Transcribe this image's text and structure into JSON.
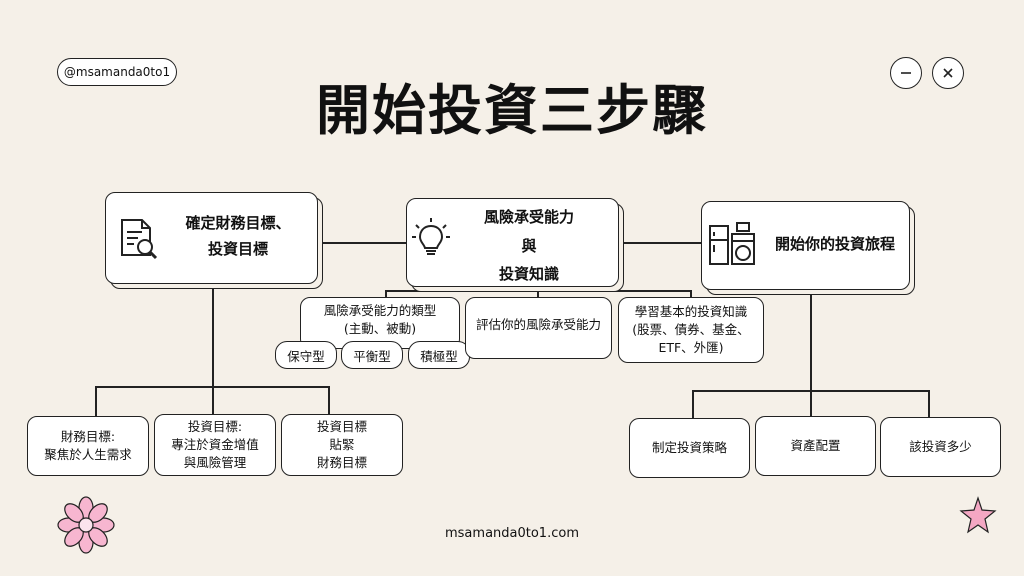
{
  "header": {
    "handle": "@msamanda0to1",
    "title": "開始投資三步驟",
    "minimize_icon": "minus-icon",
    "close_icon": "close-icon"
  },
  "steps": [
    {
      "icon": "document-search-icon",
      "lines": [
        "確定財務目標、",
        "投資目標"
      ],
      "children": [
        {
          "lines": [
            "財務目標:",
            "聚焦於人生需求"
          ]
        },
        {
          "lines": [
            "投資目標:",
            "專注於資金增值",
            "與風險管理"
          ]
        },
        {
          "lines": [
            "投資目標",
            "貼緊",
            "財務目標"
          ]
        }
      ]
    },
    {
      "icon": "lightbulb-icon",
      "lines": [
        "風險承受能力",
        "與",
        "投資知識"
      ],
      "children": [
        {
          "lines": [
            "風險承受能力的類型",
            "(主動、被動)"
          ],
          "chips": [
            "保守型",
            "平衡型",
            "積極型"
          ]
        },
        {
          "lines": [
            "評估你的風險承受能力"
          ]
        },
        {
          "lines": [
            "學習基本的投資知識",
            "(股票、債券、基金、",
            "ETF、外匯)"
          ]
        }
      ]
    },
    {
      "icon": "appliances-icon",
      "lines": [
        "開始你的投資旅程"
      ],
      "children": [
        {
          "lines": [
            "制定投資策略"
          ]
        },
        {
          "lines": [
            "資產配置"
          ]
        },
        {
          "lines": [
            "該投資多少"
          ]
        }
      ]
    }
  ],
  "footer": {
    "website": "msamanda0to1.com"
  },
  "decorations": {
    "flower_icon": "flower-icon",
    "star_icon": "star-icon",
    "flower_color": "#f7b6d0",
    "star_color": "#f4a7c3"
  }
}
